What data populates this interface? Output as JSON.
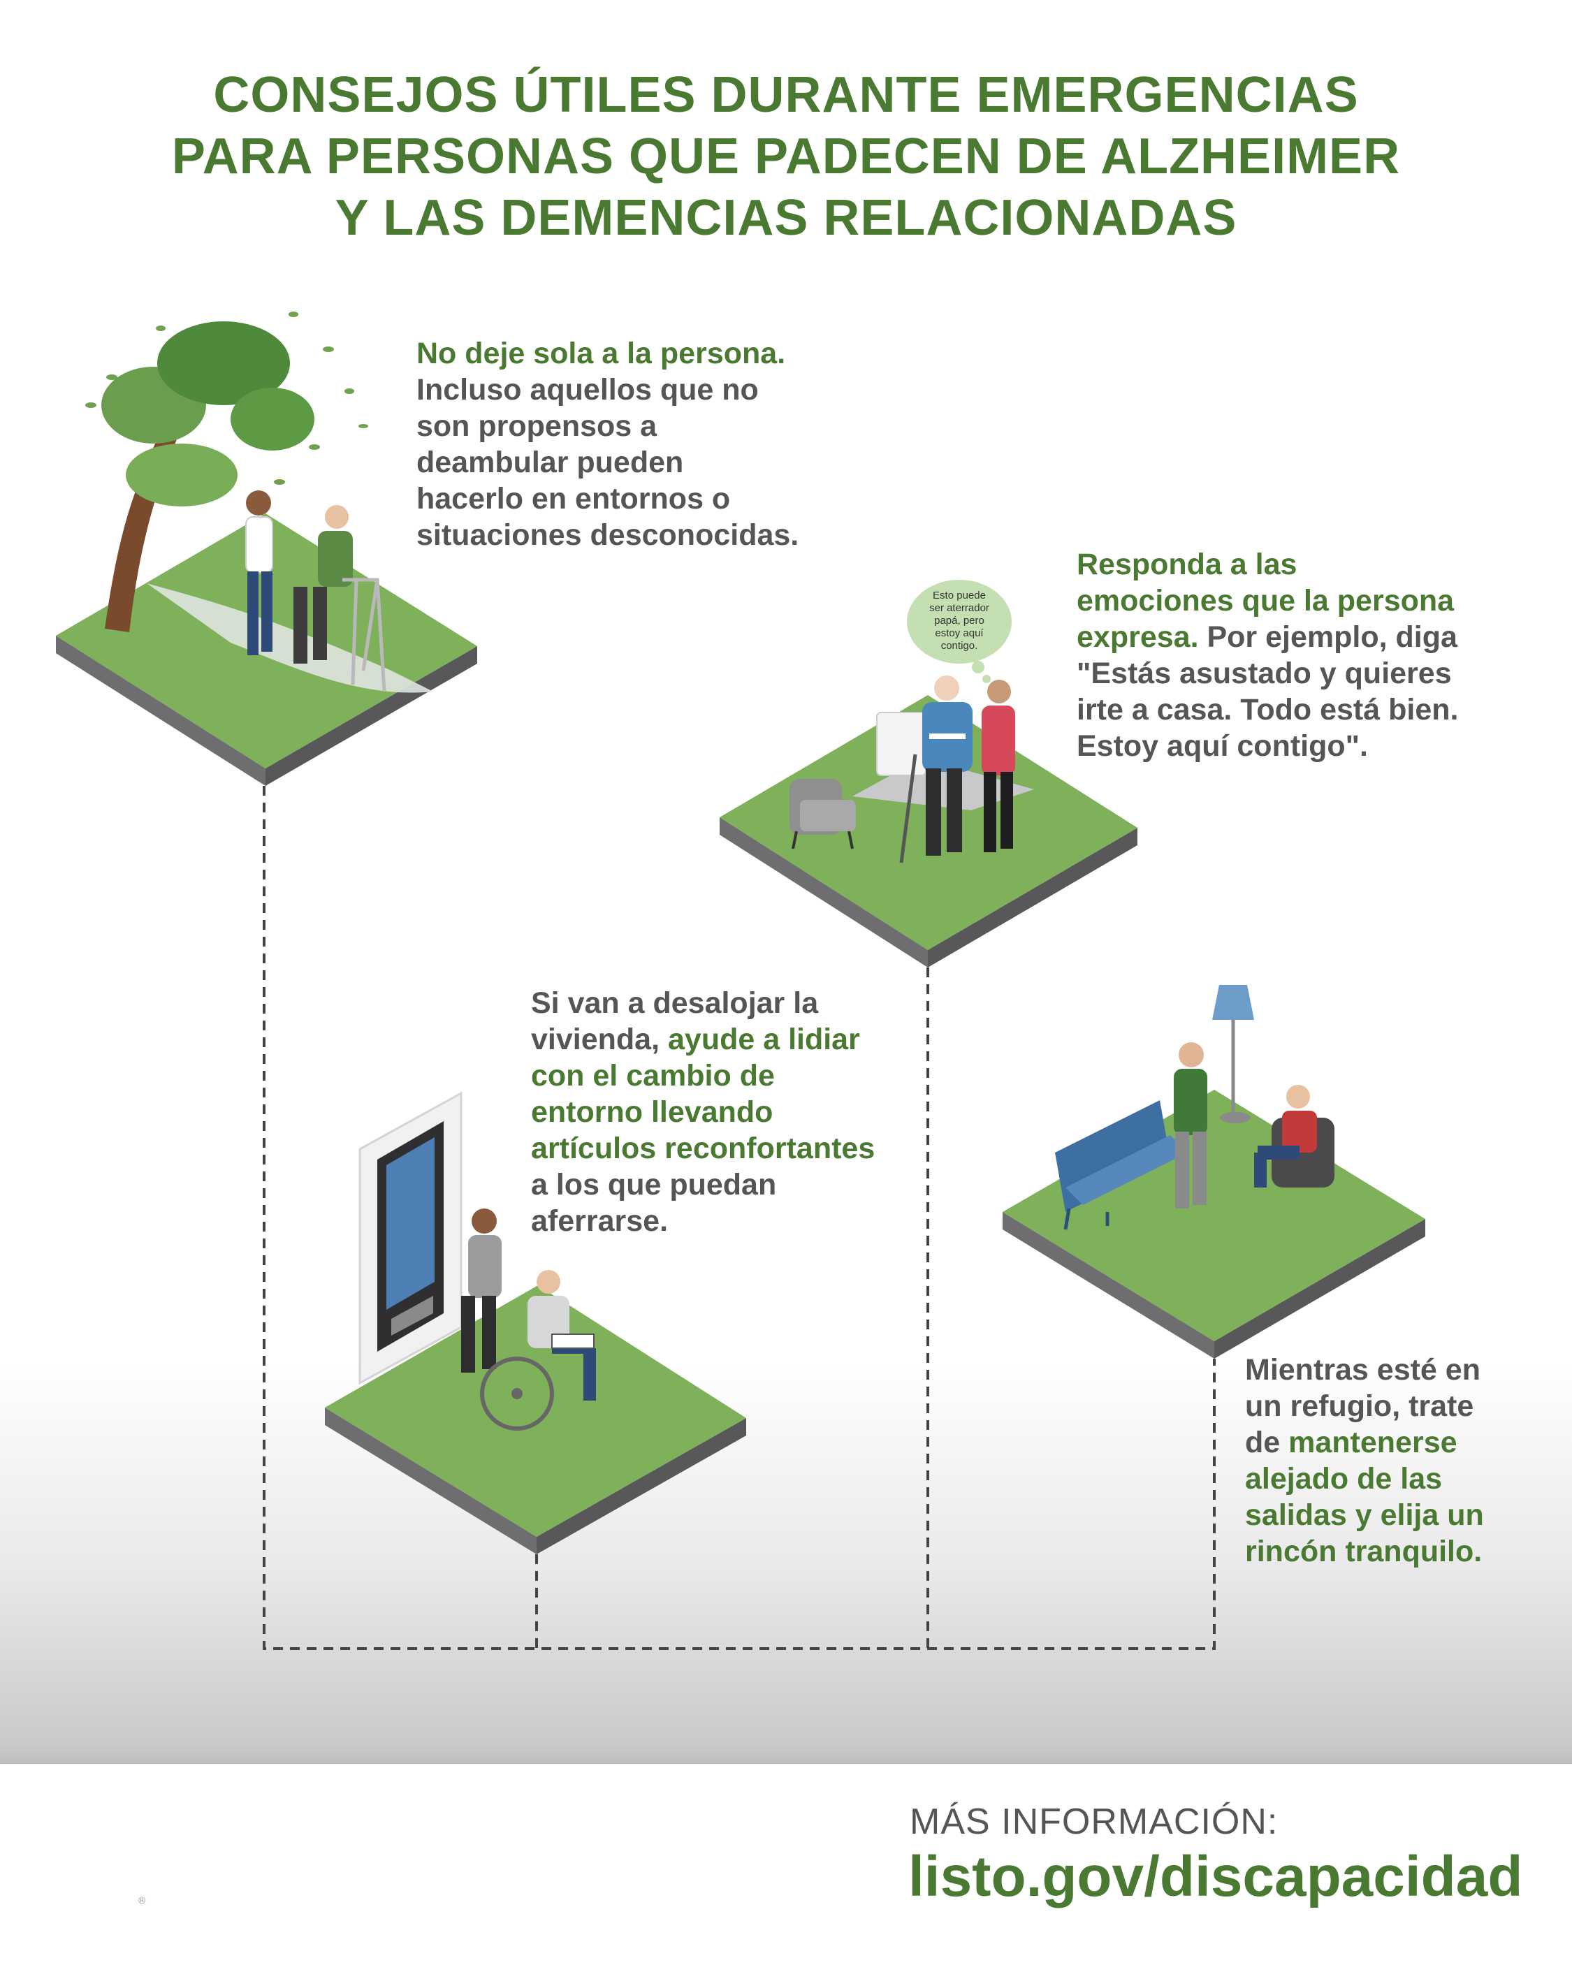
{
  "title": {
    "line1": "CONSEJOS ÚTILES DURANTE EMERGENCIAS",
    "line2": "PARA PERSONAS QUE PADECEN DE ALZHEIMER",
    "line3": "Y LAS DEMENCIAS RELACIONADAS"
  },
  "tips": {
    "tip1": {
      "highlight": "No deje sola a la persona.",
      "line2": "Incluso aquellos que no",
      "line3": "son propensos a",
      "line4": "deambular pueden",
      "line5": "hacerlo en entornos o",
      "line6": "situaciones desconocidas."
    },
    "tip2": {
      "h1": "Responda a las",
      "h2": "emociones que la persona",
      "h3": "expresa.",
      "t3": " Por ejemplo, diga",
      "line4": "\"Estás asustado y quieres",
      "line5": "irte a casa. Todo está bien.",
      "line6": "Estoy aquí contigo\"."
    },
    "tip3": {
      "line1": "Si van a desalojar la",
      "t2": "vivienda, ",
      "h2": "ayude a lidiar",
      "h3": "con el cambio de",
      "h4": "entorno llevando",
      "h5": "artículos reconfortantes",
      "line6": "a los que puedan",
      "line7": "aferrarse."
    },
    "tip4": {
      "line1": "Mientras esté en",
      "line2": "un refugio, trate",
      "t3": "de ",
      "h3": "mantenerse",
      "h4": "alejado de las",
      "h5": "salidas y elija un",
      "h6": "rincón tranquilo."
    }
  },
  "speech_bubble": {
    "line1": "Esto puede",
    "line2": "ser aterrador",
    "line3": "papá, pero",
    "line4": "estoy aquí",
    "line5": "contigo."
  },
  "footer": {
    "more_label": "MÁS INFORMACIÓN:",
    "url": "listo.gov/discapacidad",
    "mark": "®"
  },
  "colors": {
    "brand_green": "#4a7a32",
    "text_gray": "#555555",
    "grass": "#7fb05a",
    "tile_side": "#6e6e70"
  }
}
